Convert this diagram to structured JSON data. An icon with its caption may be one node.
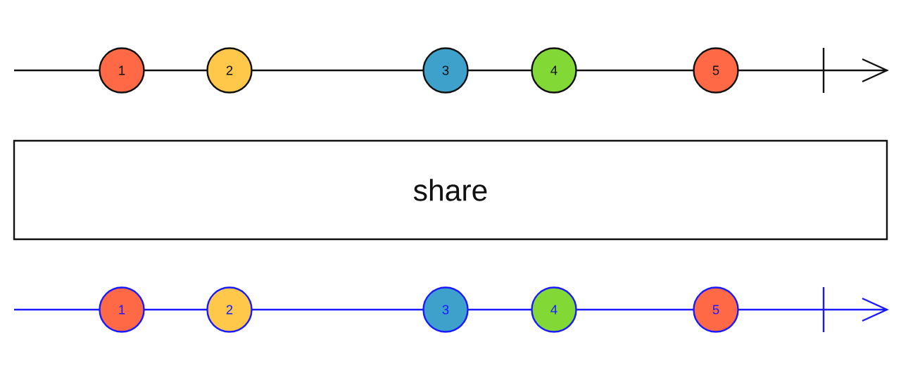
{
  "diagram": {
    "nodes": [
      {
        "text": [
          "1"
        ]
      },
      {
        "text": [
          "2"
        ]
      },
      {
        "text": [
          "3"
        ]
      },
      {
        "text": [
          "4"
        ]
      },
      {
        "text": [
          "5"
        ]
      },
      {
        "text": [
          "share"
        ]
      },
      {
        "text": [
          "1"
        ]
      },
      {
        "text": [
          "2"
        ]
      },
      {
        "text": [
          "3"
        ]
      },
      {
        "text": [
          "4"
        ]
      },
      {
        "text": [
          "5"
        ]
      }
    ]
  }
}
